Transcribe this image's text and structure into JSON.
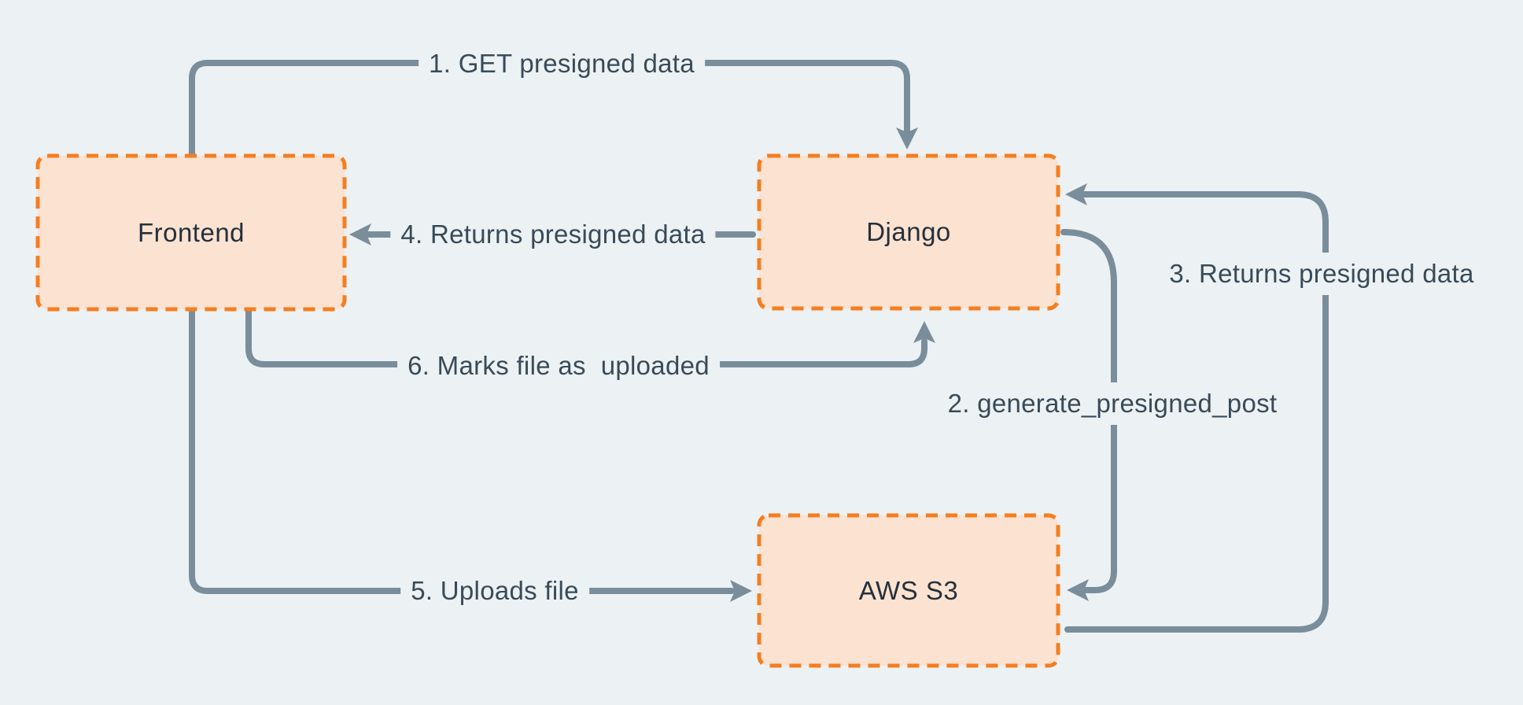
{
  "diagram": {
    "description": "Presigned upload flow diagram",
    "nodes": [
      {
        "id": "frontend",
        "label": "Frontend"
      },
      {
        "id": "django",
        "label": "Django"
      },
      {
        "id": "aws-s3",
        "label": "AWS S3"
      }
    ],
    "edges": [
      {
        "step": 1,
        "label": "1. GET presigned data",
        "from": "Frontend",
        "to": "Django"
      },
      {
        "step": 2,
        "label": "2. generate_presigned_post",
        "from": "Django",
        "to": "AWS S3"
      },
      {
        "step": 3,
        "label": "3. Returns presigned data",
        "from": "AWS S3",
        "to": "Django"
      },
      {
        "step": 4,
        "label": "4. Returns presigned data",
        "from": "Django",
        "to": "Frontend"
      },
      {
        "step": 5,
        "label": "5. Uploads file",
        "from": "Frontend",
        "to": "AWS S3"
      },
      {
        "step": 6,
        "label": "6. Marks file as  uploaded",
        "from": "Frontend",
        "to": "Django"
      }
    ]
  },
  "colors": {
    "background": "#ecf1f4",
    "node_fill": "#fbe2d1",
    "node_border": "#f57e20",
    "arrow": "#7a8d9b",
    "node_text": "#25303b",
    "label_text": "#394b58"
  }
}
